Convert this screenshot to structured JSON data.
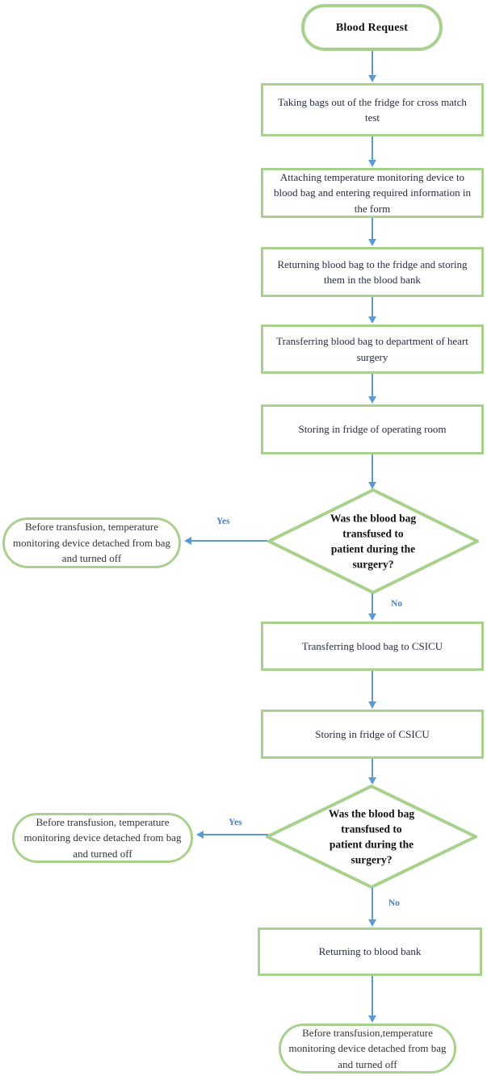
{
  "colors": {
    "page_bg": "#ffffff",
    "node_border": "#a9d18e",
    "arrow": "#5b9bd5",
    "label_blue": "#4a7fc1",
    "text_process": "#282c3f",
    "text_terminator": "#33343a",
    "text_bold": "#111111"
  },
  "flowchart": {
    "start": {
      "label": "Blood Request"
    },
    "process_1": {
      "label": "Taking bags out of the fridge for cross match\ntest"
    },
    "process_2": {
      "label": "Attaching temperature monitoring device to\nblood bag and entering required information in\nthe form"
    },
    "process_3": {
      "label": "Returning blood bag to the fridge and storing\nthem in the blood bank"
    },
    "process_4": {
      "label": "Transferring blood bag to department of heart\nsurgery"
    },
    "process_5": {
      "label": "Storing in fridge of operating room"
    },
    "decision_1": {
      "label": "Was the blood bag\ntransfused to\npatient during the\nsurgery?",
      "yes_label": "Yes",
      "no_label": "No"
    },
    "terminator_yes_1": {
      "label": "Before transfusion, temperature\nmonitoring device detached from bag\nand turned off"
    },
    "process_6": {
      "label": "Transferring blood bag to CSICU"
    },
    "process_7": {
      "label": "Storing in fridge of CSICU"
    },
    "decision_2": {
      "label": "Was the blood bag\ntransfused to\npatient during the\nsurgery?",
      "yes_label": "Yes",
      "no_label": "No"
    },
    "terminator_yes_2": {
      "label": "Before transfusion, temperature\nmonitoring device detached from bag\nand turned off"
    },
    "process_8": {
      "label": "Returning to blood bank"
    },
    "end": {
      "label": "Before transfusion,temperature\nmonitoring device detached from bag\nand turned off"
    }
  }
}
